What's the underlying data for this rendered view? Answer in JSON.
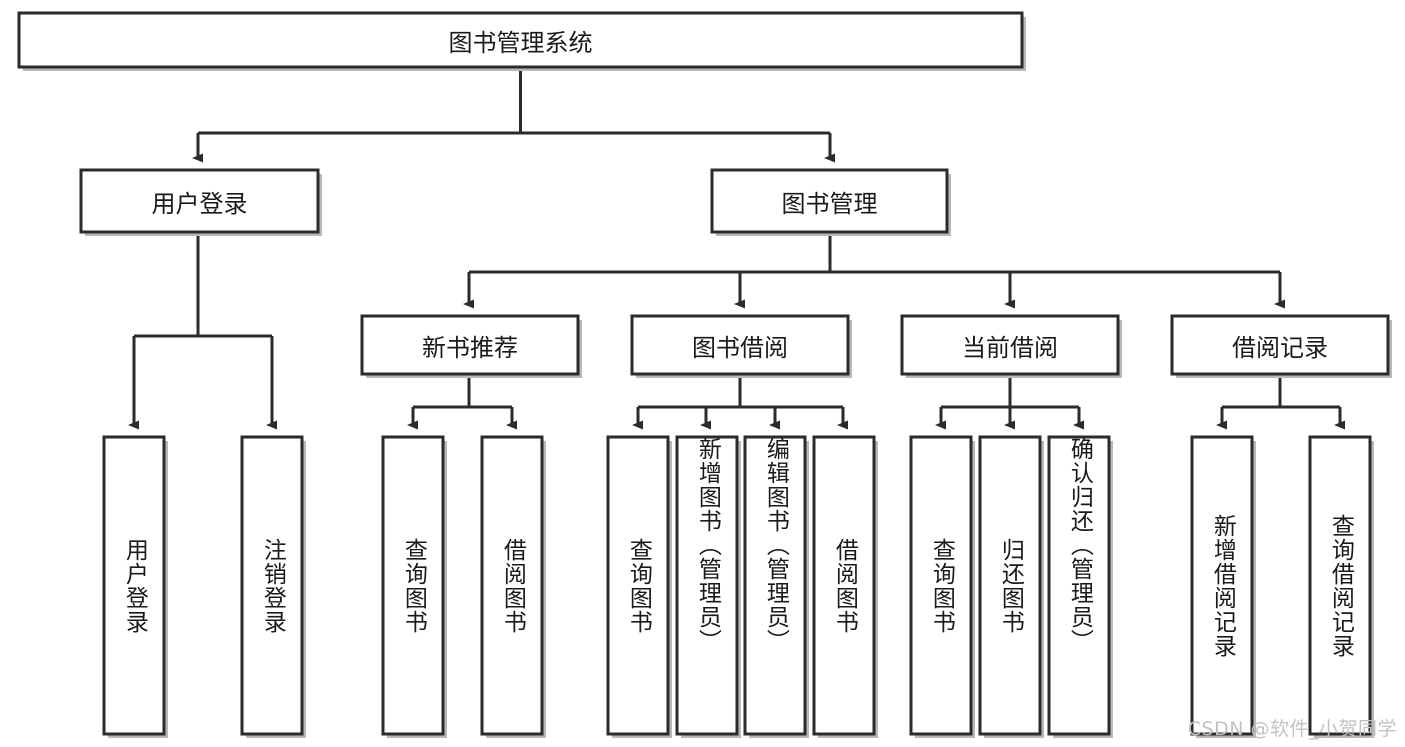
{
  "diagram": {
    "title": "图书管理系统",
    "type": "tree",
    "orientation": "top-down",
    "colors": {
      "stroke": "#2b2b2b",
      "fill": "#ffffff",
      "shadow": "#b9b9b9",
      "text": "#1a1a1a",
      "watermark": "#c2c2c2"
    },
    "root": {
      "id": "root",
      "label": "图书管理系统"
    },
    "level2": [
      {
        "id": "user-login",
        "label": "用户登录"
      },
      {
        "id": "book-manage",
        "label": "图书管理"
      }
    ],
    "level3": [
      {
        "id": "new-book-rec",
        "label": "新书推荐"
      },
      {
        "id": "book-borrow",
        "label": "图书借阅"
      },
      {
        "id": "current-borrow",
        "label": "当前借阅"
      },
      {
        "id": "borrow-record",
        "label": "借阅记录"
      }
    ],
    "leaves": {
      "user_login": [
        {
          "id": "leaf-user-login",
          "label": "用户登录"
        },
        {
          "id": "leaf-logout-login",
          "label": "注销登录"
        }
      ],
      "new_book_rec": [
        {
          "id": "leaf-query-book-1",
          "label": "查询图书"
        },
        {
          "id": "leaf-borrow-book-1",
          "label": "借阅图书"
        }
      ],
      "book_borrow": [
        {
          "id": "leaf-query-book-2",
          "label": "查询图书"
        },
        {
          "id": "leaf-add-book",
          "label": "新增图书（管理员）"
        },
        {
          "id": "leaf-edit-book",
          "label": "编辑图书（管理员）"
        },
        {
          "id": "leaf-borrow-book-2",
          "label": "借阅图书"
        }
      ],
      "current_borrow": [
        {
          "id": "leaf-query-book-3",
          "label": "查询图书"
        },
        {
          "id": "leaf-return-book",
          "label": "归还图书"
        },
        {
          "id": "leaf-confirm-return",
          "label": "确认归还（管理员）"
        }
      ],
      "borrow_record": [
        {
          "id": "leaf-add-record",
          "label": "新增借阅记录"
        },
        {
          "id": "leaf-query-record",
          "label": "查询借阅记录"
        }
      ]
    }
  },
  "watermark": {
    "text": "CSDN @软件_小贺同学"
  }
}
